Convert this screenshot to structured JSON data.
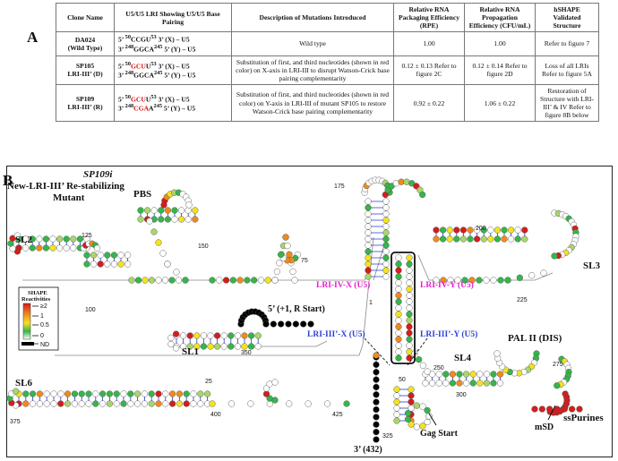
{
  "panel_a": {
    "letter": "A",
    "headers": [
      "Clone Name",
      "U5/U5 LRI Showing U5/U5 Base Pairing",
      "Description of Mutations Introduced",
      "Relative RNA Packaging Efficiency (RPE)",
      "Relative RNA Propagation Efficiency (CFU/mL)",
      "hSHAPE Validated Structure"
    ],
    "rows": [
      {
        "name1": "DA024",
        "name2": "(Wild Type)",
        "x_pre": "5’ ",
        "x_sup": "50",
        "x_red": "",
        "x_rest": "CCGU",
        "x_sup2": "53",
        "x_post": " 3’ (X) – U5",
        "y_pre": "3’ ",
        "y_sup": "248",
        "y_red": "",
        "y_rest": "GGCA",
        "y_sup2": "245",
        "y_post": " 5’ (Y) – U5",
        "desc": "Wild type",
        "rpe": "1.00",
        "cfu": "1.00",
        "struct": "Refer to figure 7"
      },
      {
        "name1": "SP105",
        "name2": "LRI-III’ (D)",
        "x_pre": "5’ ",
        "x_sup": "50",
        "x_red": "GCU",
        "x_rest": "U",
        "x_sup2": "53",
        "x_post": " 3’ (X) – U5",
        "y_pre": "3’ ",
        "y_sup": "248",
        "y_red": "",
        "y_rest": "GGCA",
        "y_sup2": "245",
        "y_post": " 5’ (Y) – U5",
        "desc": "Substitution of first, and third nucleotides (shown in red color) on X-axis in LRI-III to disrupt Watson-Crick base pairing complementarity",
        "rpe": "0.12 ± 0.13 Refer to figure 2C",
        "cfu": "0.12 ± 0.14 Refer to figure 2D",
        "struct": "Loss of all LRIs Refer to figure 5A"
      },
      {
        "name1": "SP109",
        "name2": "LRI-III’ (R)",
        "x_pre": "5’ ",
        "x_sup": "50",
        "x_red": "GCU",
        "x_rest": "U",
        "x_sup2": "53",
        "x_post": " 3’ (X) – U5",
        "y_pre": "3’ ",
        "y_sup": "248",
        "y_red": "CGA",
        "y_rest": "A",
        "y_sup2": "245",
        "y_post": " 5’ (Y) – U5",
        "desc": "Substitution of first, and third nucleotides (shown in red color) on Y-axis in LRI-III of mutant SP105 to restore Watson-Crick base pairing complementarity",
        "rpe": "0.92 ± 0.22",
        "cfu": "1.06 ± 0.22",
        "struct": "Restoration of Structure with LRI-III’ & IV Refer to figure 8B below"
      }
    ]
  },
  "panel_b": {
    "letter": "B",
    "title_1": "SP109i",
    "title_2": "New-LRI-III’ Re-stabilizing",
    "title_3": "Mutant",
    "labels": {
      "pbs": "PBS",
      "sl2": "SL2",
      "sl3": "SL3",
      "sl1": "SL1",
      "sl4": "SL4",
      "sl6": "SL6",
      "pal": "PAL II (DIS)",
      "mSD": "mSD",
      "ssPurines": "ssPurines",
      "gag": "Gag Start",
      "five_start": "5’ (+1, R Start)",
      "three_end": "3’ (432)",
      "lri_iv_x": "LRI-IV-X (U5)",
      "lri_iv_y": "LRI-IV-Y (U5)",
      "lri_iii_x": "LRI-III’-X (U5)",
      "lri_iii_y": "LRI-III’-Y (U5)"
    },
    "nums": {
      "n125": "125",
      "n100": "100",
      "n150": "150",
      "n175": "175",
      "n200": "200",
      "n225": "225",
      "n75": "75",
      "n1": "1",
      "n25": "25",
      "n50": "50",
      "n250": "250",
      "n275": "275",
      "n300": "300",
      "n325": "325",
      "n350": "350",
      "n375": "375",
      "n400": "400",
      "n425": "425"
    },
    "legend": {
      "title_1": "SHAPE",
      "title_2": "Reactivities",
      "ticks": [
        "≥2",
        "1",
        "0.5",
        "0",
        "ND"
      ]
    },
    "colors": {
      "high": "#d41d1d",
      "orange": "#f08a1c",
      "yellow": "#f3e31f",
      "green": "#36b54a",
      "lightgreen": "#a9d66a",
      "nd": "#000000",
      "low": "#ffffff",
      "lri_iv": "#e81ccf",
      "lri_iii": "#2f3fd6",
      "pair": "#2a3dd4"
    }
  }
}
